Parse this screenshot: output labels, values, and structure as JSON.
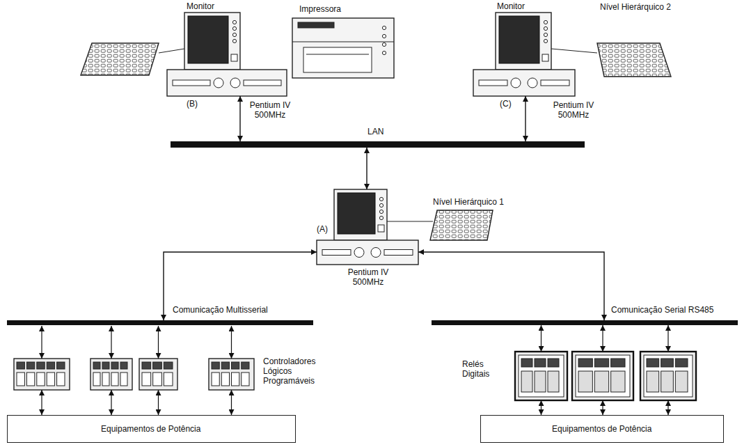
{
  "diagram": {
    "nodes": [
      {
        "text": [
          "Monitor",
          "(B)",
          "Pentium IV 500MHz"
        ]
      },
      {
        "text": [
          "Impressora"
        ]
      },
      {
        "text": [
          "Monitor",
          "(C)",
          "Pentium IV 500MHz"
        ]
      },
      {
        "text": [
          "LAN"
        ]
      },
      {
        "text": [
          "(A)",
          "Pentium IV 500MHz"
        ]
      },
      {
        "text": [
          "Comunicação Multisserial"
        ]
      },
      {
        "text": [
          "Comunicação Serial RS485"
        ]
      },
      {
        "text": [
          "Equipamentos de Potência"
        ]
      },
      {
        "text": [
          "Equipamentos de Potência"
        ]
      }
    ],
    "edges": [
      {
        "from": 0,
        "to": 3,
        "arrow": "both"
      },
      {
        "from": 2,
        "to": 3,
        "arrow": "both"
      },
      {
        "from": 3,
        "to": 4,
        "arrow": "both"
      },
      {
        "from": 4,
        "to": 5,
        "arrow": "both"
      },
      {
        "from": 4,
        "to": 6,
        "arrow": "both"
      }
    ],
    "labels": [
      "Nível Hierárquico 2",
      "Nível Hierárquico 1",
      "Controladores Lógicos Programáveis",
      "Relés Digitais"
    ]
  }
}
